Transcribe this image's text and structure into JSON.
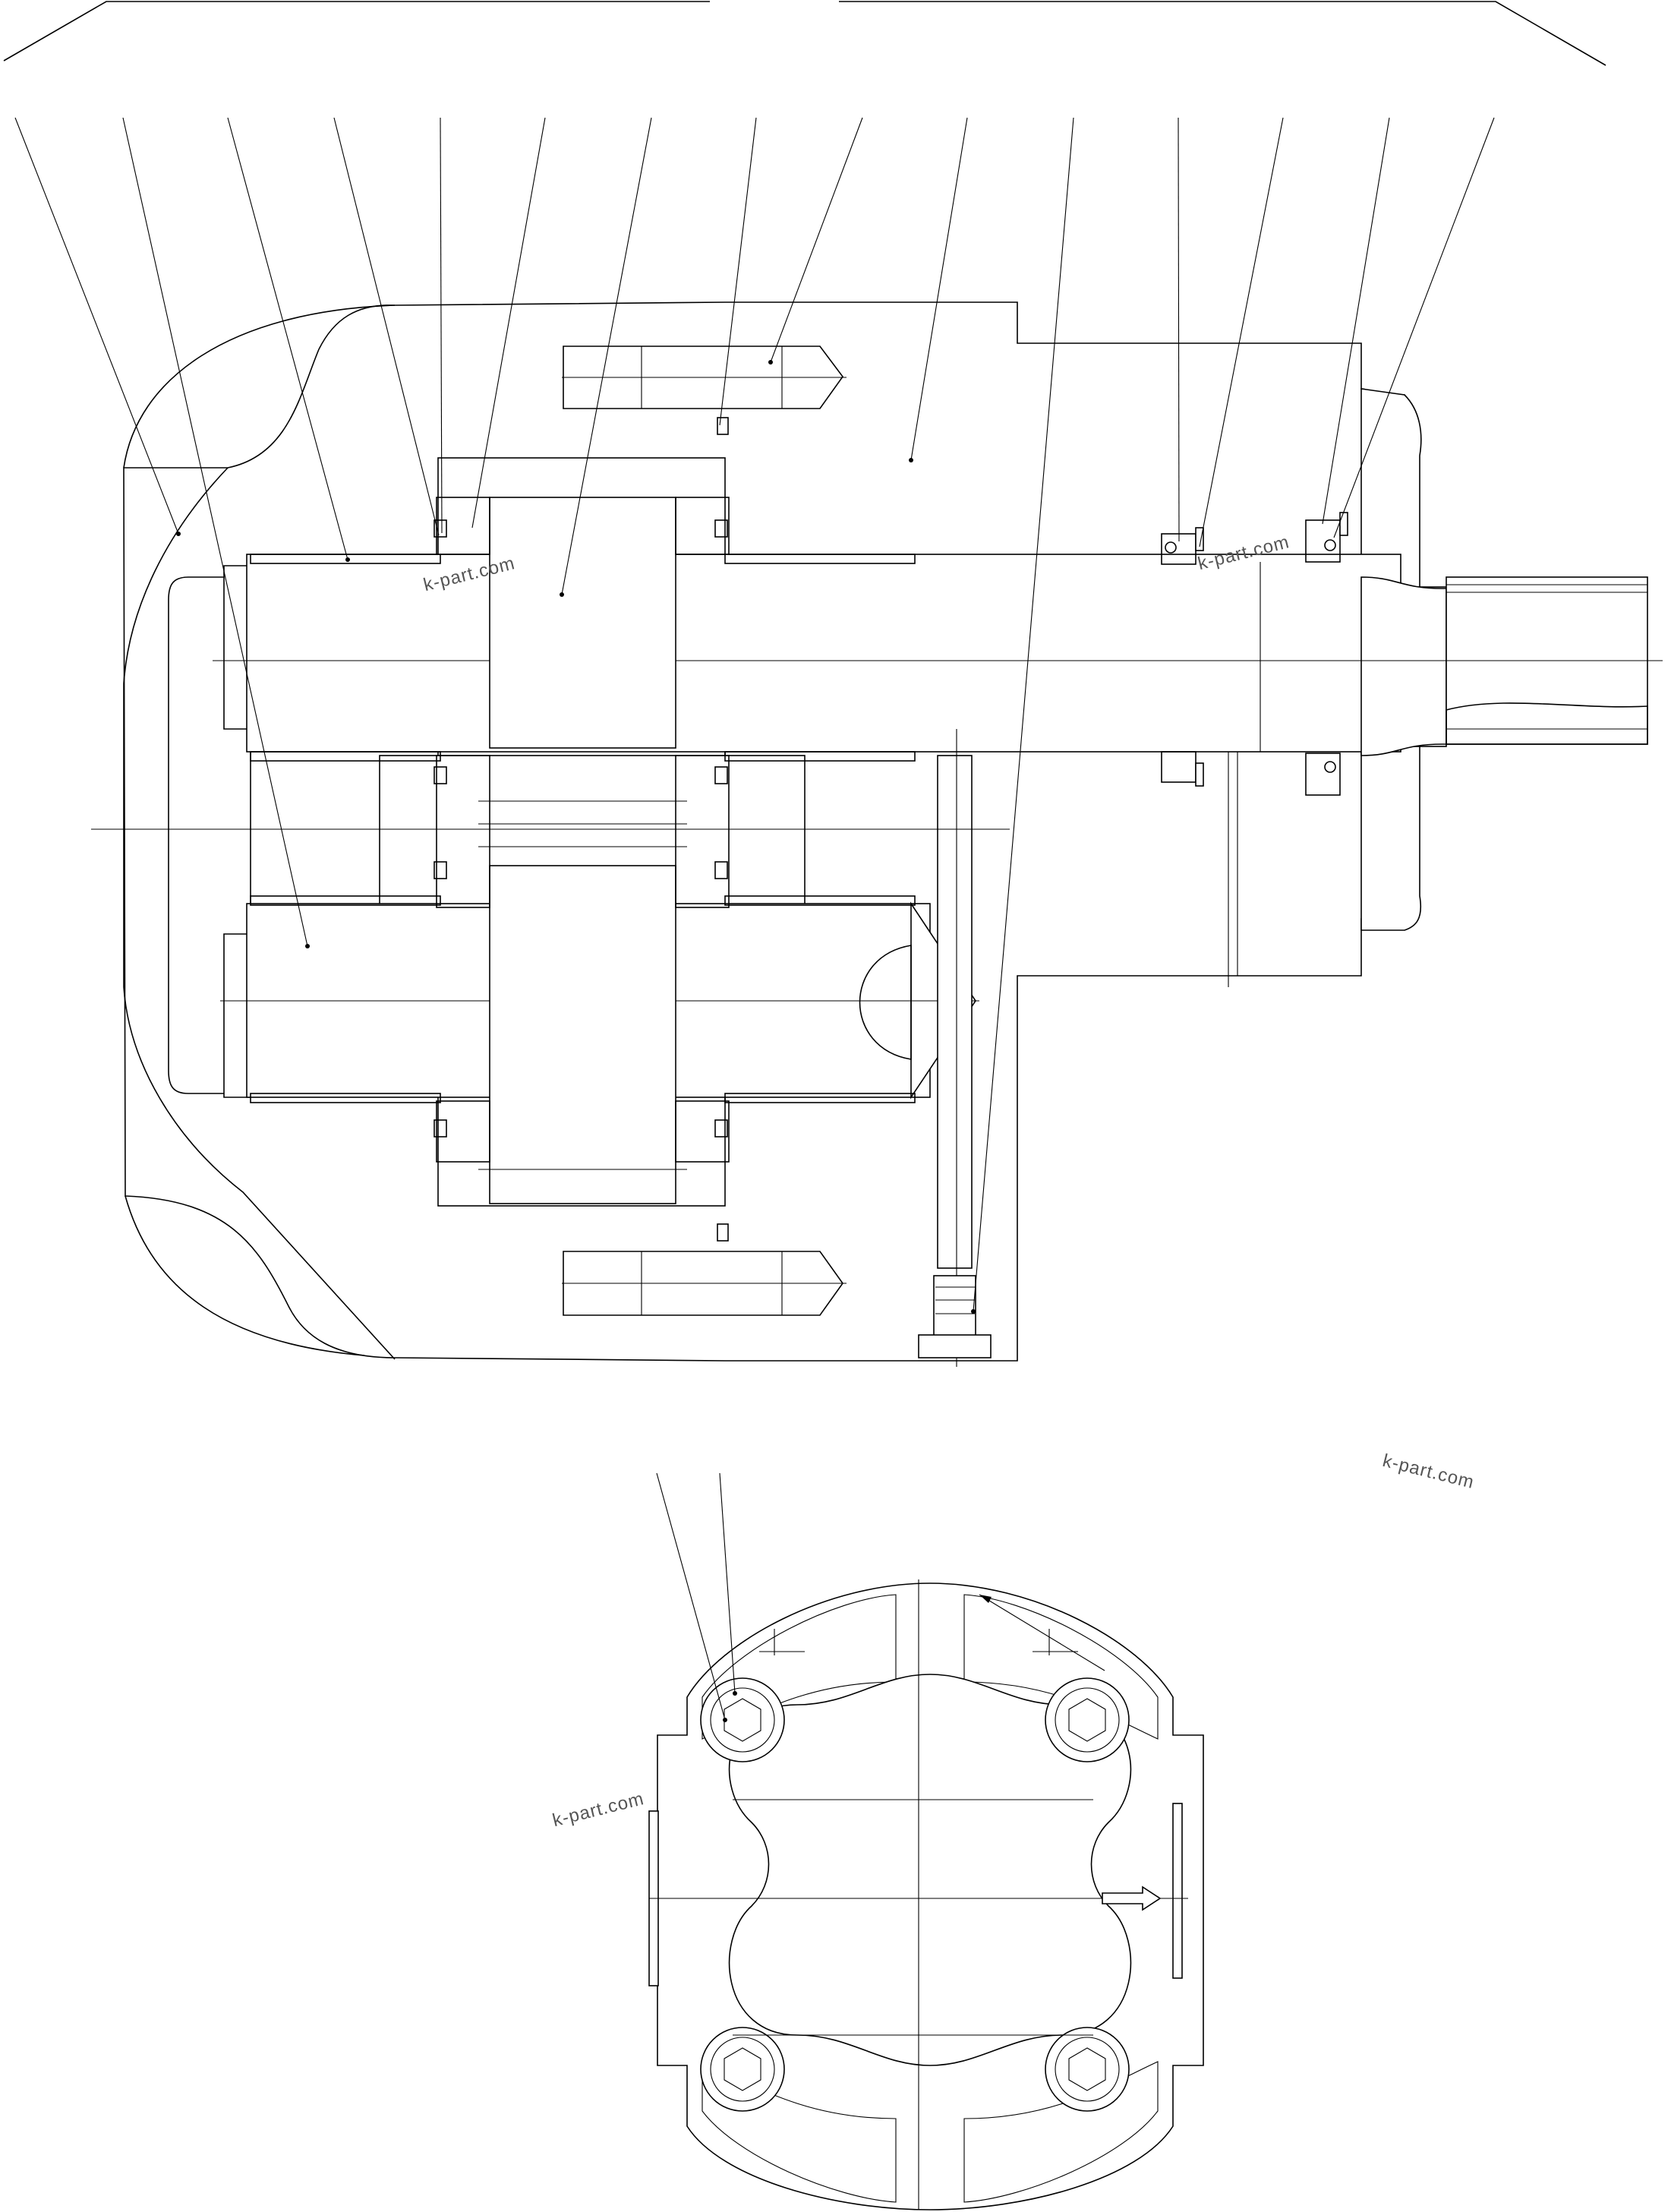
{
  "drawing": {
    "watermarks": [
      "k-part.com",
      "k-part.com",
      "k-part.com",
      "k-part.com"
    ],
    "leader_count_upper": 15,
    "leader_count_lower": 2,
    "colors": {
      "line": "#000000",
      "background": "#ffffff",
      "watermark": "#555555"
    }
  }
}
